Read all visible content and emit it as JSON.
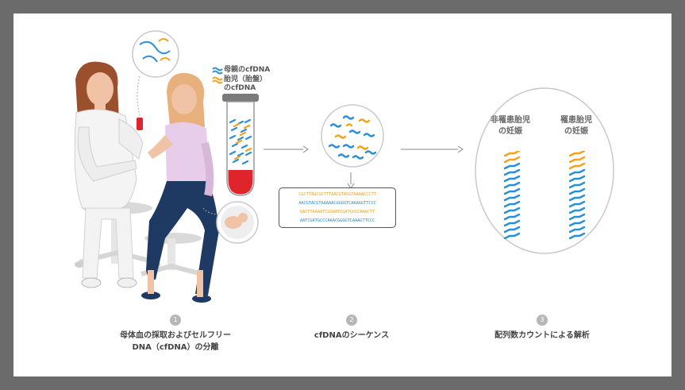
{
  "legend": {
    "maternal": "母親のcfDNA",
    "fetal_line1": "胎児（胎盤）",
    "fetal_line2": "のcfDNA"
  },
  "steps": [
    {
      "number": "1",
      "label_line1": "母体血の採取およびセルフリー",
      "label_line2": "DNA（cfDNA）の分離"
    },
    {
      "number": "2",
      "label_line1": "cfDNAのシーケンス"
    },
    {
      "number": "3",
      "label_line1": "配列数カウントによる解析"
    }
  ],
  "analysis": {
    "group_left_line1": "非罹患胎児",
    "group_left_line2": "の妊娠",
    "group_right_line1": "罹患胎児",
    "group_right_line2": "の妊娠"
  },
  "sequences": [
    {
      "text": "CGCTTAGCGCTTTAACGTACGTAAAACCCTT",
      "color": "orange"
    },
    {
      "text": "AACGTACGTAAAAACGGGGTCAAAGGTTCCC",
      "color": "blue"
    },
    {
      "text": "GACTTAAAATCGGAATCGATGCCCAAACTT",
      "color": "orange"
    },
    {
      "text": "AATCGATGCCCAAACGGGGTCAAAGTTCCC",
      "color": "blue"
    }
  ],
  "colors": {
    "frame": "#6b6b6b",
    "maternal_dna": "#2a8fd6",
    "fetal_dna": "#f2a31b",
    "blood": "#e0242b",
    "arrow": "#888888"
  }
}
